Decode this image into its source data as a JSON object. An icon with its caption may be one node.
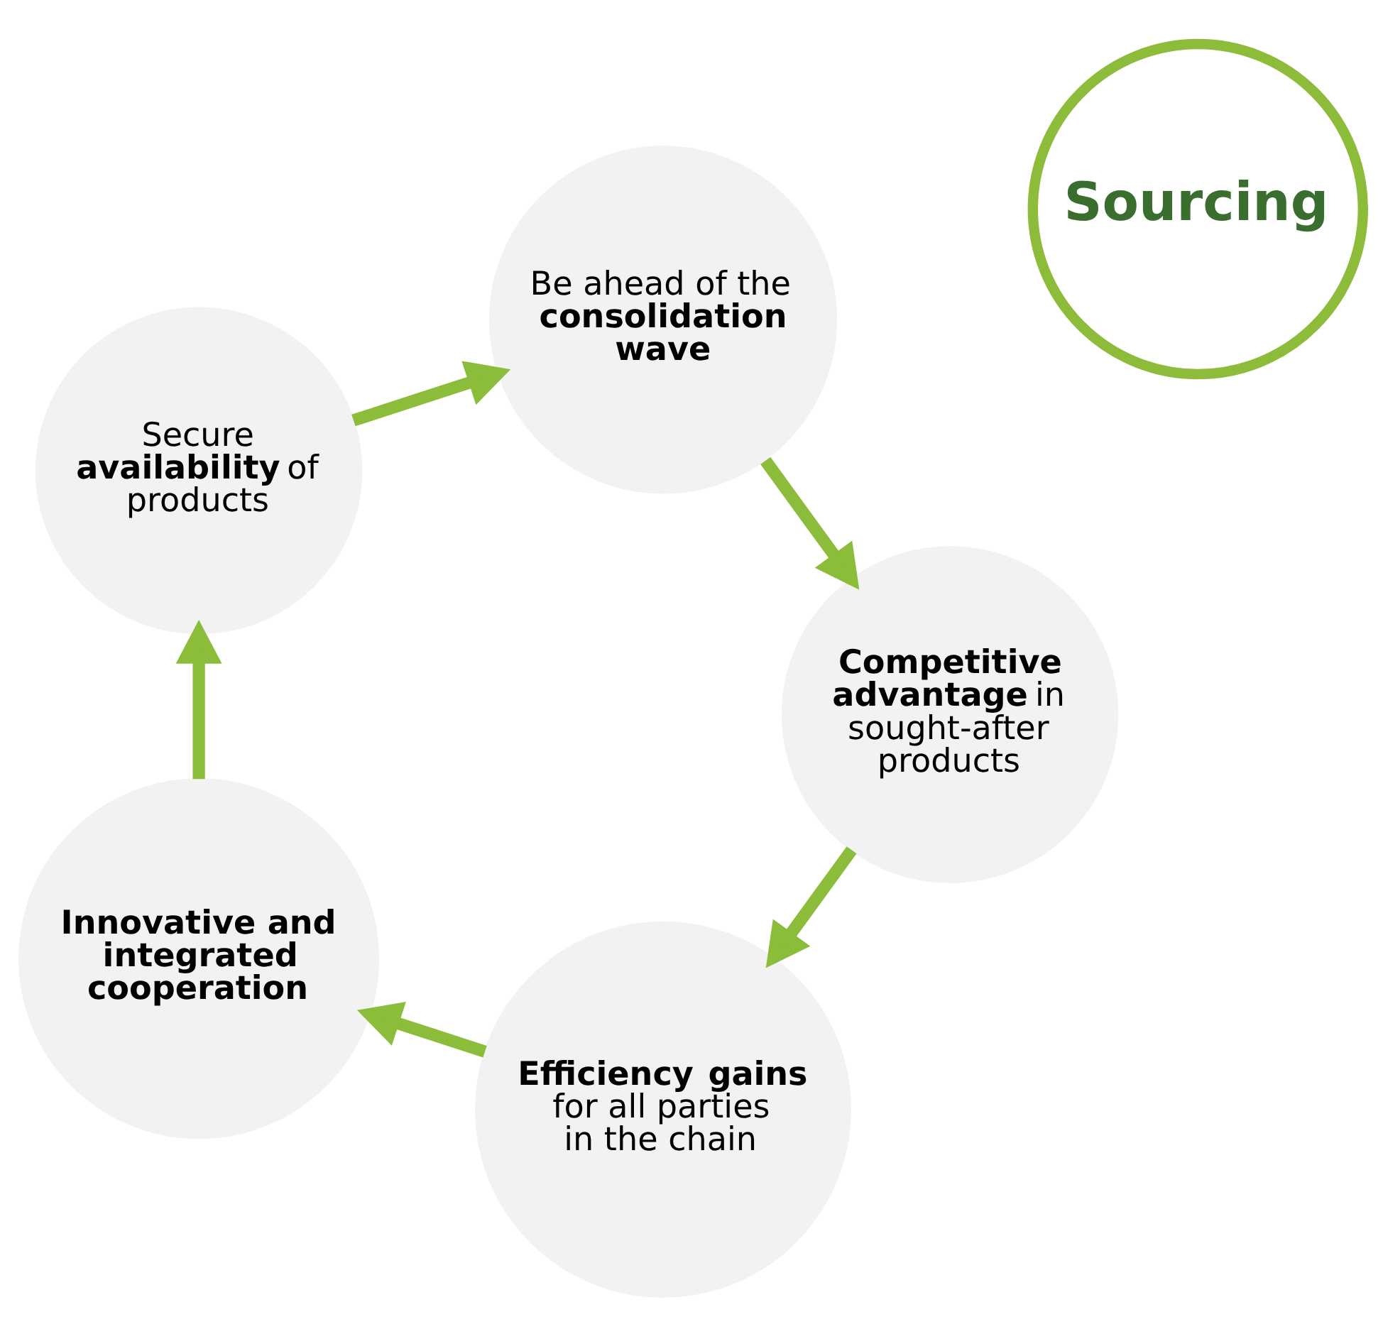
{
  "diagram": {
    "nodes": [
      {
        "text": [
          "Sourcing"
        ]
      },
      {
        "text": [
          "**Efficiency gains** for all parties in the chain"
        ]
      },
      {
        "text": [
          "Innovative and integrated cooperation"
        ]
      },
      {
        "text": [
          "Secure **availability** of products"
        ]
      },
      {
        "text": [
          "Be ahead of the **consolidation wave**"
        ]
      },
      {
        "text": [
          "**Competitive advantage** in sought-after products"
        ]
      }
    ],
    "edges": [
      {
        "from": 1,
        "to": 2,
        "arrow": "to"
      },
      {
        "from": 2,
        "to": 3,
        "arrow": "to"
      },
      {
        "from": 3,
        "to": 4,
        "arrow": "to"
      },
      {
        "from": 4,
        "to": 5,
        "arrow": "to"
      },
      {
        "from": 5,
        "to": 1,
        "arrow": "to"
      }
    ]
  }
}
